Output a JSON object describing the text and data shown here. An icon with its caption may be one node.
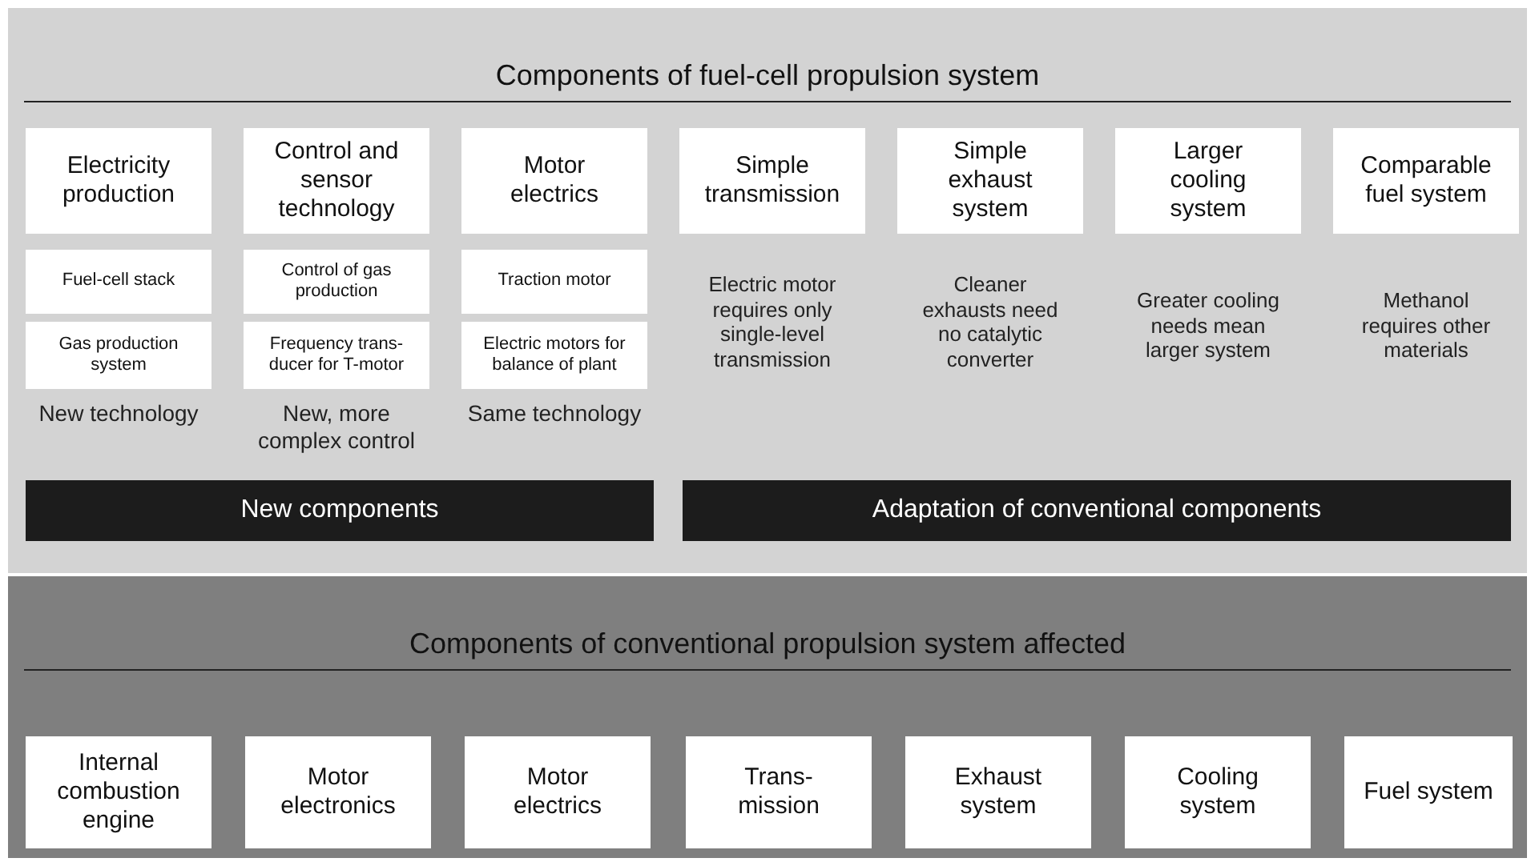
{
  "diagram": {
    "nodes": [
      {
        "text": [
          "Components of fuel-cell propulsion system"
        ]
      },
      {
        "text": [
          "Electricity production"
        ],
        "in": 0
      },
      {
        "text": [
          "Control and sensor technology"
        ],
        "in": 0
      },
      {
        "text": [
          "Motor electrics"
        ],
        "in": 0
      },
      {
        "text": [
          "Simple transmission"
        ],
        "in": 0
      },
      {
        "text": [
          "Simple exhaust system"
        ],
        "in": 0
      },
      {
        "text": [
          "Larger cooling system"
        ],
        "in": 0
      },
      {
        "text": [
          "Comparable fuel system"
        ],
        "in": 0
      },
      {
        "text": [
          "Fuel-cell stack"
        ],
        "in": 0
      },
      {
        "text": [
          "Control of gas production"
        ],
        "in": 0
      },
      {
        "text": [
          "Traction motor"
        ],
        "in": 0
      },
      {
        "text": [
          "Gas production system"
        ],
        "in": 0
      },
      {
        "text": [
          "Frequency trans- ducer for T-motor"
        ],
        "in": 0
      },
      {
        "text": [
          "Electric motors for balance of plant"
        ],
        "in": 0
      },
      {
        "text": [
          "New components"
        ],
        "in": 0
      },
      {
        "text": [
          "Adaptation of conventional components"
        ],
        "in": 0
      },
      {
        "text": [
          "Components of conventional propulsion system affected"
        ]
      },
      {
        "text": [
          "Internal combustion engine"
        ],
        "in": 16
      },
      {
        "text": [
          "Motor electronics"
        ],
        "in": 16
      },
      {
        "text": [
          "Motor electrics"
        ],
        "in": 16
      },
      {
        "text": [
          "Trans- mission"
        ],
        "in": 16
      },
      {
        "text": [
          "Exhaust system"
        ],
        "in": 16
      },
      {
        "text": [
          "Cooling system"
        ],
        "in": 16
      },
      {
        "text": [
          "Fuel system"
        ],
        "in": 16
      }
    ],
    "labels": [
      "New technology",
      "New, more complex control",
      "Same technology",
      "Electric motor requires only single-level transmission",
      "Cleaner exhausts need no catalytic converter",
      "Greater cooling needs mean larger system",
      "Methanol requires other materials"
    ]
  }
}
